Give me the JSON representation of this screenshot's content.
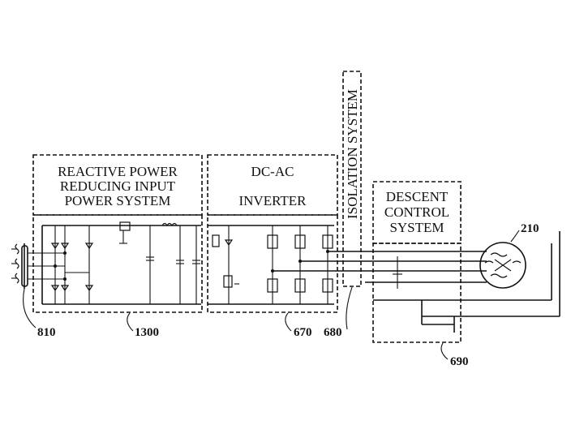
{
  "diagram": {
    "blocks": {
      "reactive": {
        "line1": "REACTIVE POWER",
        "line2": "REDUCING INPUT",
        "line3": "POWER SYSTEM"
      },
      "inverter": {
        "line1": "DC-AC",
        "line2": "INVERTER"
      },
      "isolation": {
        "label": "ISOLATION SYSTEM"
      },
      "descent": {
        "line1": "DESCENT",
        "line2": "CONTROL",
        "line3": "SYSTEM"
      }
    },
    "refs": {
      "input": "810",
      "reactive": "1300",
      "inverter": "670",
      "isolation": "680",
      "descent": "690",
      "motor": "210"
    }
  }
}
